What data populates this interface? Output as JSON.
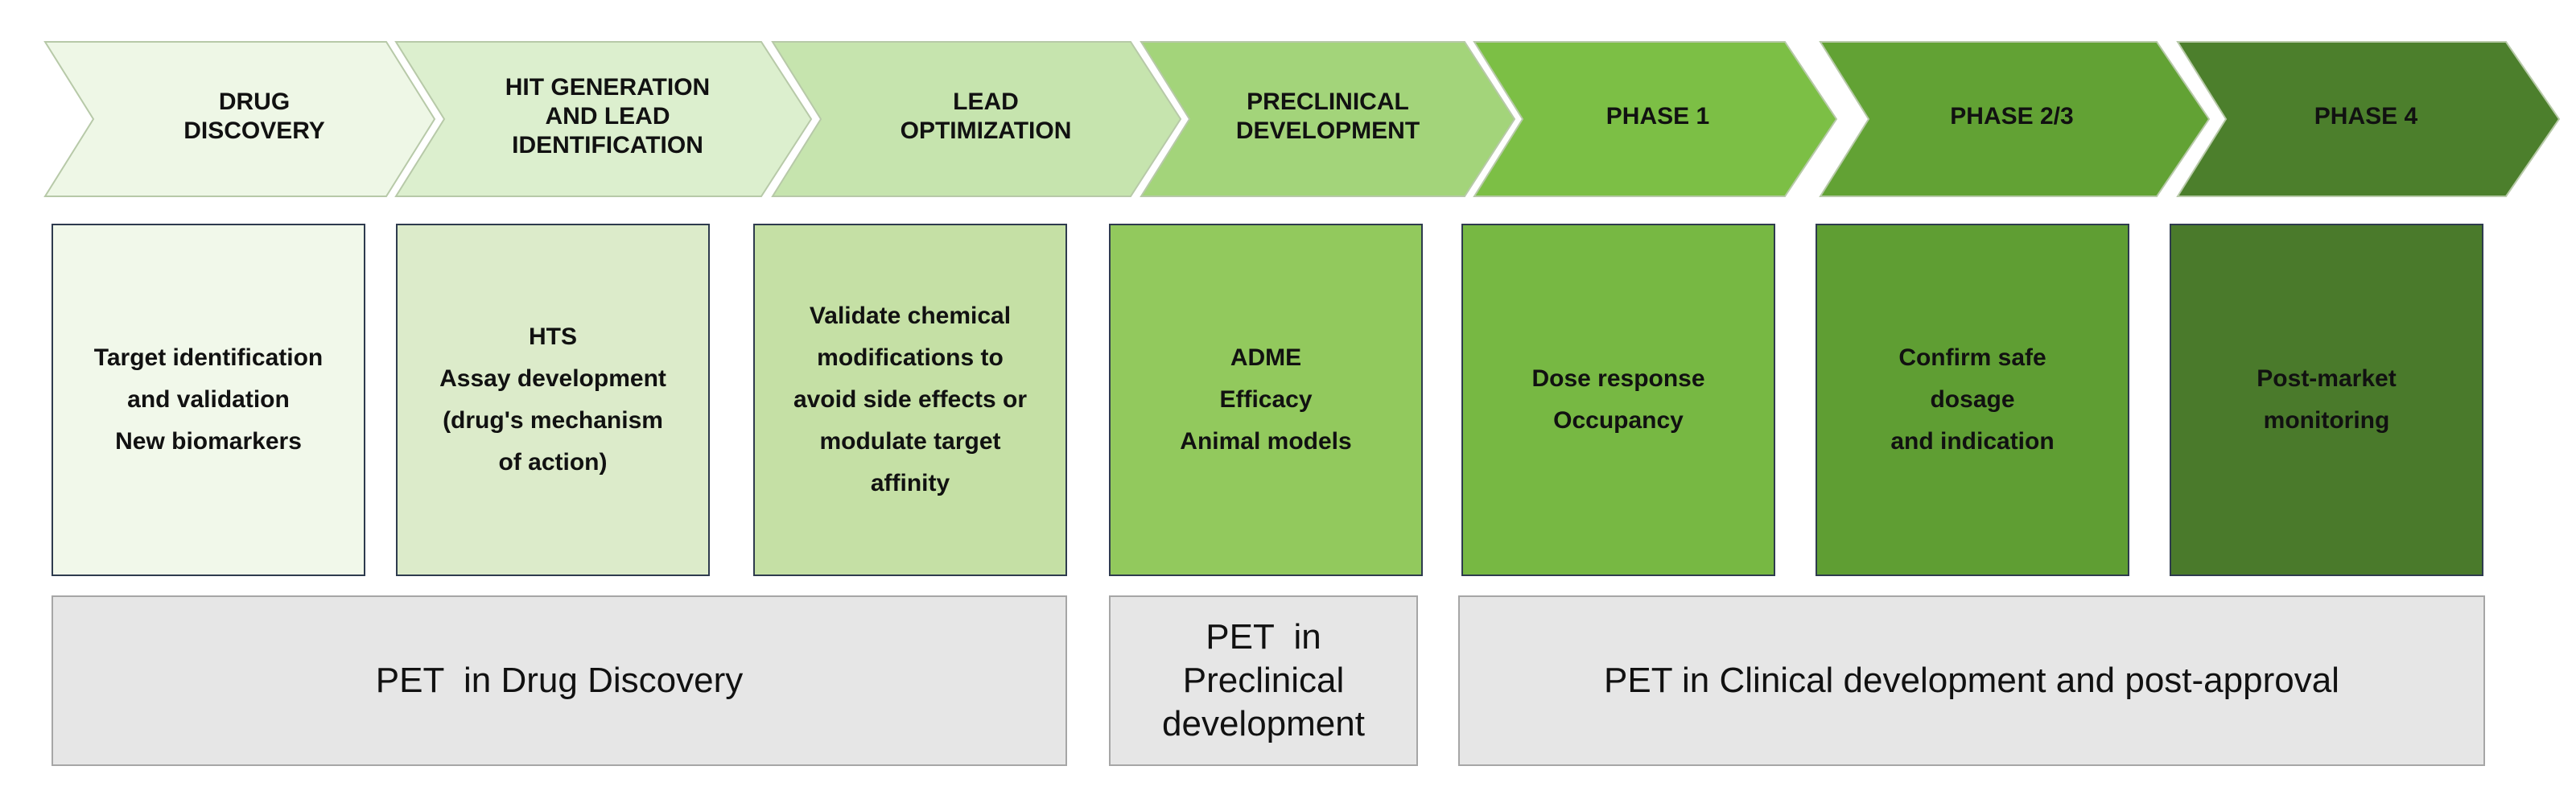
{
  "stages": [
    {
      "label": "DRUG\nDISCOVERY",
      "description": "Target identification\nand validation\nNew biomarkers",
      "arrow_color": "#eef7e6",
      "box_color": "#f1f8ea"
    },
    {
      "label": "HIT GENERATION\nAND LEAD\nIDENTIFICATION",
      "description": "HTS\nAssay development\n(drug's mechanism\nof action)",
      "arrow_color": "#dcefce",
      "box_color": "#dcebca"
    },
    {
      "label": "LEAD\nOPTIMIZATION",
      "description": "Validate chemical\nmodifications to\navoid side effects or\nmodulate target\naffinity",
      "arrow_color": "#c6e4ae",
      "box_color": "#c5e0a5"
    },
    {
      "label": "PRECLINICAL\nDEVELOPMENT",
      "description": "ADME\nEfficacy\nAnimal models",
      "arrow_color": "#a3d47a",
      "box_color": "#92c95d"
    },
    {
      "label": "PHASE 1",
      "description": "Dose response\nOccupancy",
      "arrow_color": "#7cbf45",
      "box_color": "#77b843"
    },
    {
      "label": "PHASE 2/3",
      "description": "Confirm safe\ndosage\nand indication",
      "arrow_color": "#62a234",
      "box_color": "#5f9e33"
    },
    {
      "label": "PHASE 4",
      "description": "Post-market\nmonitoring",
      "arrow_color": "#4c7f2c",
      "box_color": "#4a7a2b"
    }
  ],
  "pet_boxes": [
    {
      "text": "PET  in Drug Discovery"
    },
    {
      "text": "PET  in\nPreclinical\ndevelopment"
    },
    {
      "text": "PET in Clinical development and post-approval"
    }
  ],
  "colors": {
    "box_border": "#2e3b4e",
    "pet_fill": "#e6e6e6",
    "pet_border": "#a6a6a6",
    "arrow_border": "#b7c9a8"
  }
}
